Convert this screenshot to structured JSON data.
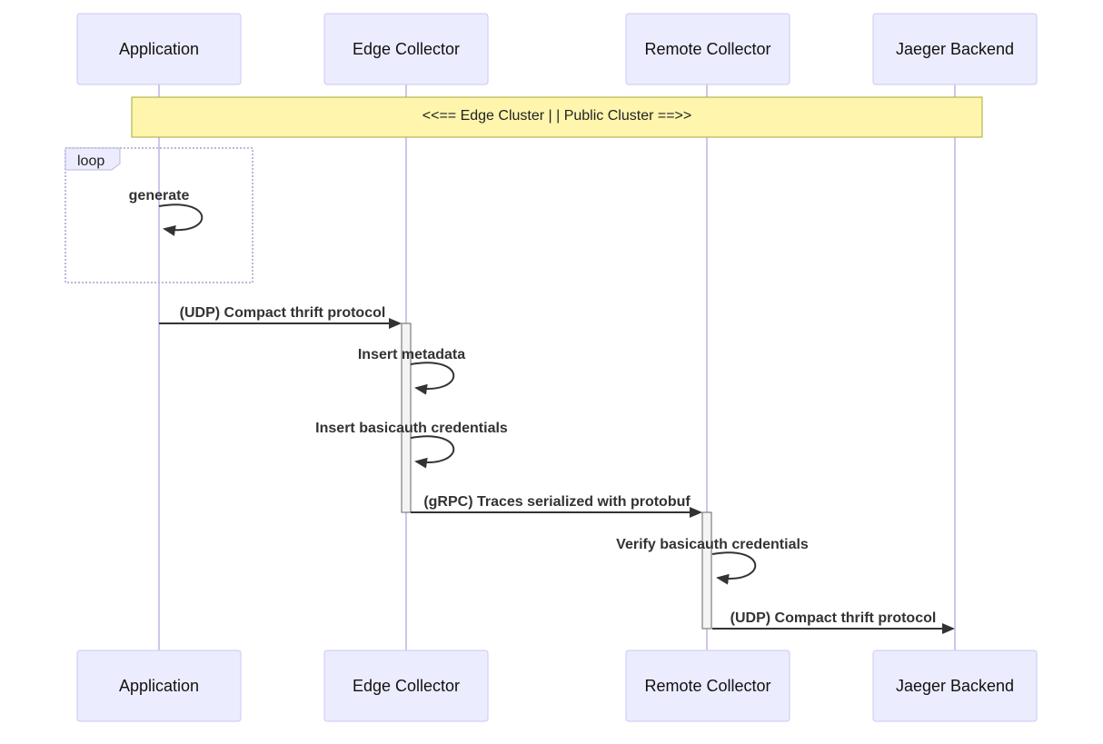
{
  "participants": [
    {
      "name": "Application"
    },
    {
      "name": "Edge Collector"
    },
    {
      "name": "Remote Collector"
    },
    {
      "name": "Jaeger Backend"
    }
  ],
  "note": {
    "text": "<<== Edge Cluster | | Public Cluster ==>>"
  },
  "loop": {
    "label": "loop",
    "message": "generate"
  },
  "messages": {
    "udp_app_to_edge": "(UDP) Compact thrift protocol",
    "insert_metadata": "Insert metadata",
    "insert_basicauth": "Insert basicauth credentials",
    "grpc_edge_to_remote": "(gRPC) Traces serialized with protobuf",
    "verify_basicauth": "Verify basicauth credentials",
    "udp_remote_to_backend": "(UDP) Compact thrift protocol"
  },
  "colors": {
    "actor_fill": "#ECECFF",
    "actor_border": "#c9c9f4",
    "lifeline": "#d0c5ea",
    "note_fill": "#fff5ad",
    "note_border": "#aaaa33",
    "loop_border": "#b9b9dd",
    "activation_fill": "#f4f4f4",
    "activation_border": "#666666",
    "arrow": "#333333",
    "message_text": "#333333"
  }
}
